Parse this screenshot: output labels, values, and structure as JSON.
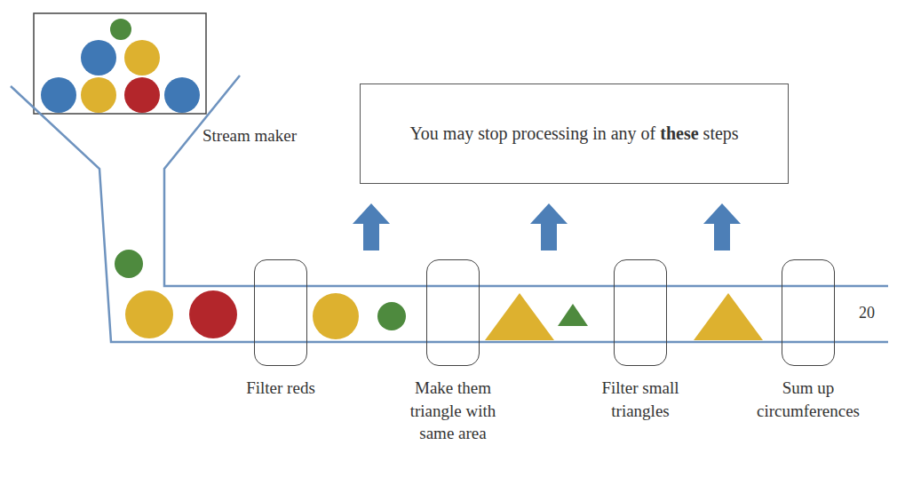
{
  "diagram": {
    "nodes": [
      {
        "text": [
          "You may stop processing in any of these steps"
        ]
      },
      {
        "text": [
          "Filter reds"
        ]
      },
      {
        "text": [
          "Make them triangle with same area"
        ]
      },
      {
        "text": [
          "Filter small triangles"
        ]
      },
      {
        "text": [
          "Sum up circumferences"
        ]
      }
    ],
    "labels": [
      "Stream maker",
      "20"
    ]
  }
}
